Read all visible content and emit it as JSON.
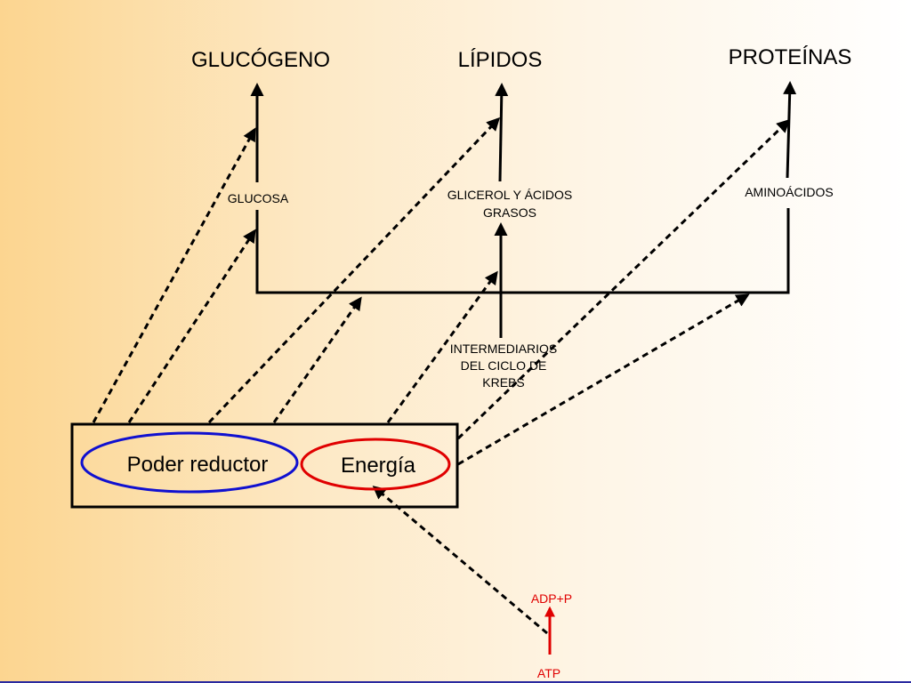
{
  "products": {
    "glucogeno": "GLUCÓGENO",
    "lipidos": "LÍPIDOS",
    "proteinas": "PROTEÍNAS"
  },
  "precursors": {
    "glucosa": "GLUCOSA",
    "glicerol_line1": "GLICEROL Y ÁCIDOS",
    "glicerol_line2": "GRASOS",
    "aminoacidos": "AMINOÁCIDOS"
  },
  "krebs": {
    "line1": "INTERMEDIARIOS",
    "line2": "DEL CICLO DE",
    "line3": "KREBS"
  },
  "box": {
    "poder_reductor": "Poder reductor",
    "energia": "Energía"
  },
  "energy_source": {
    "adp": "ADP+P",
    "atp": "ATP"
  },
  "colors": {
    "poder_reductor_ellipse": "#1010d0",
    "energia_ellipse": "#e00000",
    "atp_arrow": "#e00000",
    "bottom_line": "#2a2aa0"
  }
}
